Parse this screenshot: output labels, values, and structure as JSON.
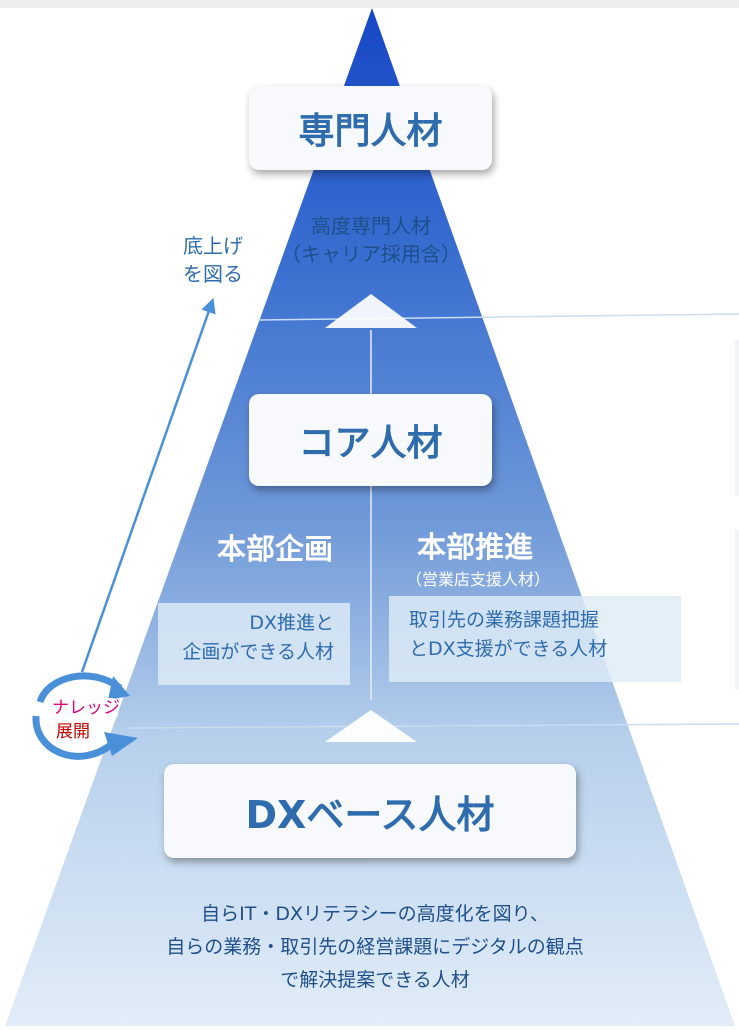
{
  "levels": {
    "expert": {
      "title": "専門人材",
      "desc_line1": "高度専門人材",
      "desc_line2": "（キャリア採用含）"
    },
    "core": {
      "title": "コア人材",
      "planning": {
        "title": "本部企画",
        "desc_line1": "DX推進と",
        "desc_line2": "企画ができる人材"
      },
      "promotion": {
        "title": "本部推進",
        "subtitle": "（営業店支援人材）",
        "desc_line1": "取引先の業務課題把握",
        "desc_line2": "とDX支援ができる人材"
      }
    },
    "base": {
      "title": "DXベース人材",
      "desc_line1": "自らIT・DXリテラシーの高度化を図り、",
      "desc_line2": "自らの業務・取引先の経営課題にデジタルの観点",
      "desc_line3": "で解決提案できる人材"
    }
  },
  "side": {
    "raise_line1": "底上げ",
    "raise_line2": "を図る",
    "knowledge_line1": "ナレッジ",
    "knowledge_line2": "展開"
  },
  "colors": {
    "pyramid_top": "#1747c6",
    "pyramid_bottom": "#dde9f6",
    "title_text": "#2e6cad",
    "knowledge_text": "#e0007a",
    "cycle_arrow": "#4a90d9"
  }
}
